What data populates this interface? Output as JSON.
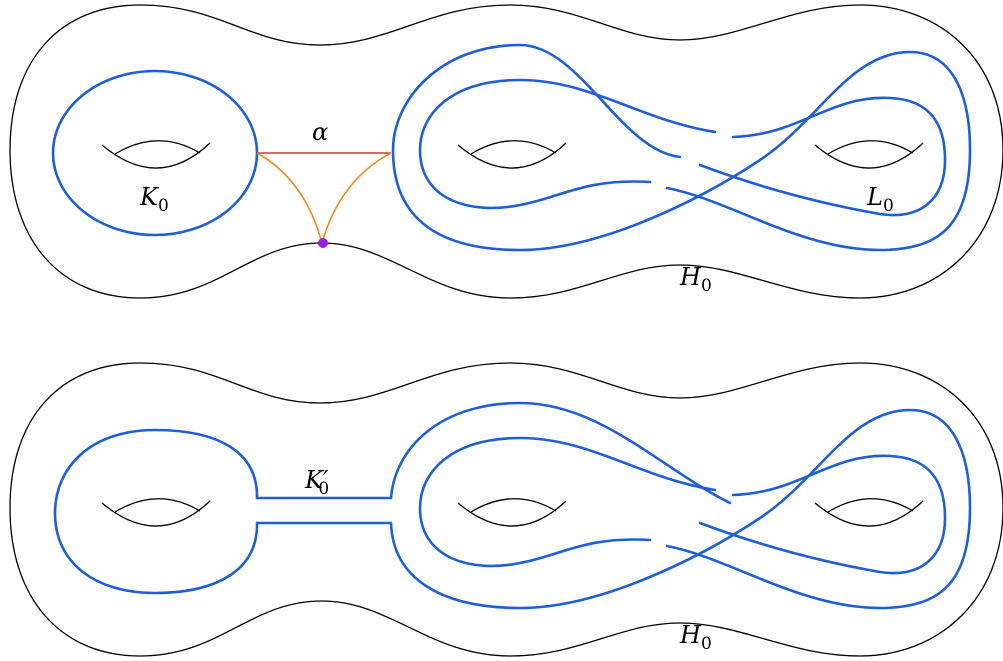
{
  "colors": {
    "surface": "#000000",
    "knot": "#1f5fd6",
    "arc": "#e03030",
    "band": "#f08a1e",
    "point": "#9b1fe0"
  },
  "top_panel": {
    "label_knot_left": {
      "base": "K",
      "sub": "0"
    },
    "label_arc": "α",
    "label_knot_right": {
      "base": "L",
      "sub": "0"
    },
    "label_surface": {
      "base": "H",
      "sub": "0"
    }
  },
  "bottom_panel": {
    "label_band_knot": {
      "base": "K",
      "prime": "′",
      "sub": "0"
    },
    "label_surface": {
      "base": "H",
      "sub": "0"
    }
  }
}
